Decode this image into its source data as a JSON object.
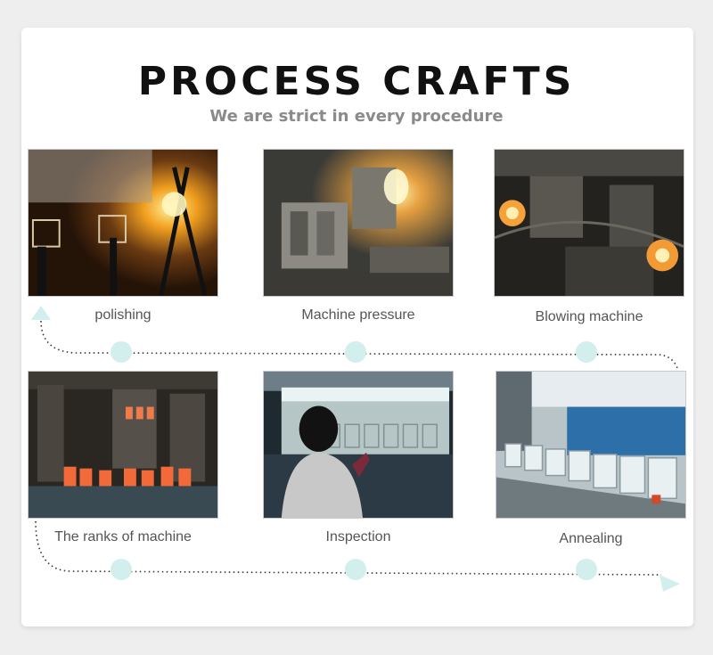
{
  "header": {
    "title": "PROCESS CRAFTS",
    "subtitle": "We are strict in every procedure"
  },
  "steps": [
    {
      "label": "polishing",
      "image": "glass-polishing-flame-photo"
    },
    {
      "label": "Machine pressure",
      "image": "glass-press-machine-photo"
    },
    {
      "label": "Blowing machine",
      "image": "glass-blowing-machine-photo"
    },
    {
      "label": "The ranks of machine",
      "image": "machine-row-glowing-glass-photo"
    },
    {
      "label": "Inspection",
      "image": "worker-inspecting-glass-photo"
    },
    {
      "label": "Annealing",
      "image": "glass-mugs-annealing-conveyor-photo"
    }
  ],
  "colors": {
    "flow_dot": "#d2eeed",
    "arrow": "#d2eeed",
    "dotted_line": "#333333",
    "title": "#111111",
    "subtitle": "#8a8a8a"
  }
}
